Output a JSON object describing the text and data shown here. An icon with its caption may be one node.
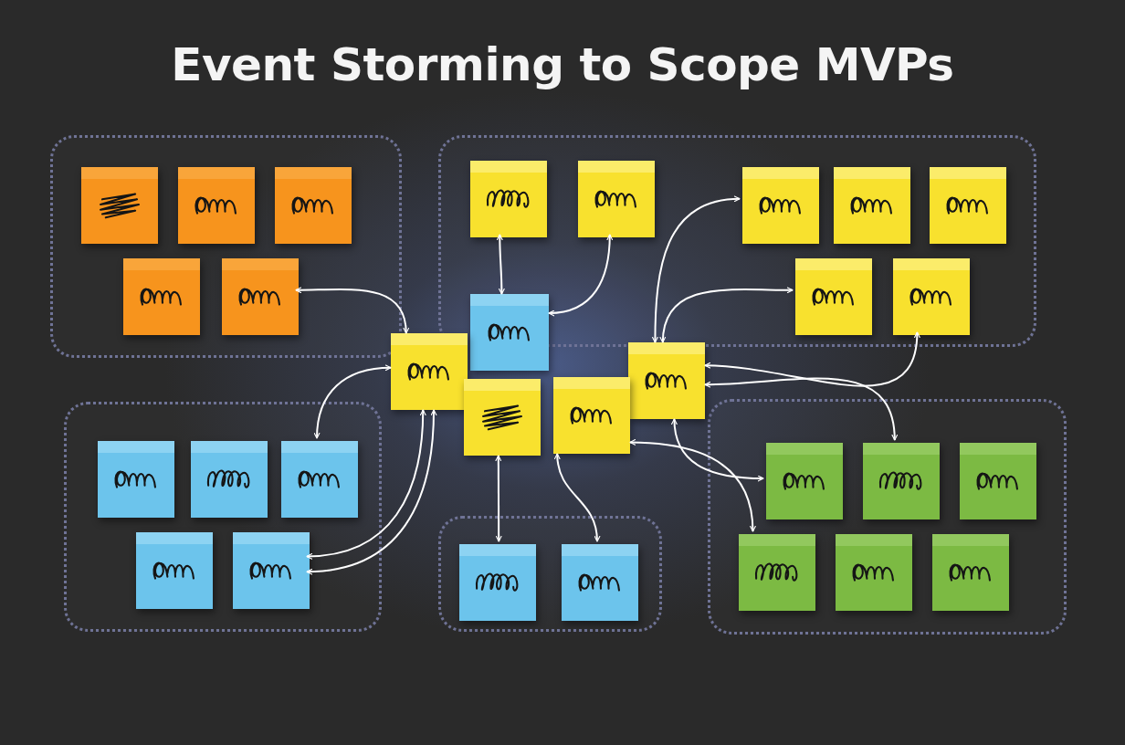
{
  "diagram": {
    "title": "Event Storming to Scope MVPs",
    "nodes": [
      {
        "text": [],
        "shape": "box"
      },
      {
        "text": [],
        "shape": "note",
        "in": 0
      },
      {
        "text": [],
        "shape": "note",
        "in": 0
      },
      {
        "text": [],
        "shape": "note",
        "in": 0
      },
      {
        "text": [],
        "shape": "note",
        "in": 0
      },
      {
        "text": [],
        "shape": "note",
        "in": 0
      },
      {
        "text": [],
        "shape": "box"
      },
      {
        "text": [],
        "shape": "note",
        "in": 6
      },
      {
        "text": [],
        "shape": "note",
        "in": 6
      },
      {
        "text": [],
        "shape": "note",
        "in": 6
      },
      {
        "text": [],
        "shape": "note",
        "in": 6
      },
      {
        "text": [],
        "shape": "note",
        "in": 6
      },
      {
        "text": [],
        "shape": "note",
        "in": 6
      },
      {
        "text": [],
        "shape": "note",
        "in": 6
      },
      {
        "text": [],
        "shape": "note"
      },
      {
        "text": [],
        "shape": "note"
      },
      {
        "text": [],
        "shape": "note"
      },
      {
        "text": [],
        "shape": "note"
      },
      {
        "text": [],
        "shape": "note"
      },
      {
        "text": [],
        "shape": "box"
      },
      {
        "text": [],
        "shape": "note",
        "in": 19
      },
      {
        "text": [],
        "shape": "note",
        "in": 19
      },
      {
        "text": [],
        "shape": "note",
        "in": 19
      },
      {
        "text": [],
        "shape": "note",
        "in": 19
      },
      {
        "text": [],
        "shape": "note",
        "in": 19
      },
      {
        "text": [],
        "shape": "box"
      },
      {
        "text": [],
        "shape": "note",
        "in": 25
      },
      {
        "text": [],
        "shape": "note",
        "in": 25
      },
      {
        "text": [],
        "shape": "box"
      },
      {
        "text": [],
        "shape": "note",
        "in": 28
      },
      {
        "text": [],
        "shape": "note",
        "in": 28
      },
      {
        "text": [],
        "shape": "note",
        "in": 28
      },
      {
        "text": [],
        "shape": "note",
        "in": 28
      },
      {
        "text": [],
        "shape": "note",
        "in": 28
      },
      {
        "text": [],
        "shape": "note",
        "in": 28
      }
    ],
    "edges": [
      {
        "from": 5,
        "to": 15,
        "arrow": "both"
      },
      {
        "from": 15,
        "to": 22,
        "arrow": "both"
      },
      {
        "from": 15,
        "to": 24,
        "arrow": "both"
      },
      {
        "from": 15,
        "to": 24,
        "arrow": "both"
      },
      {
        "from": 7,
        "to": 14,
        "arrow": "both"
      },
      {
        "from": 8,
        "to": 14,
        "arrow": "both"
      },
      {
        "from": 16,
        "to": 9,
        "arrow": "both"
      },
      {
        "from": 16,
        "to": 12,
        "arrow": "both"
      },
      {
        "from": 16,
        "to": 13,
        "arrow": "both"
      },
      {
        "from": 16,
        "to": 30,
        "arrow": "both"
      },
      {
        "from": 16,
        "to": 29,
        "arrow": "both"
      },
      {
        "from": 18,
        "to": 32,
        "arrow": "both"
      },
      {
        "from": 17,
        "to": 26,
        "arrow": "both"
      },
      {
        "from": 18,
        "to": 27,
        "arrow": "both"
      }
    ]
  }
}
